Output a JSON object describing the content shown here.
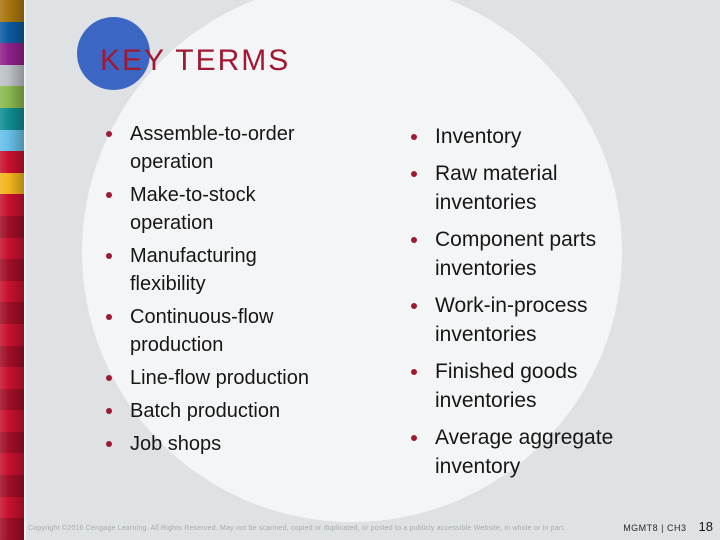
{
  "slide": {
    "title": "KEY TERMS",
    "columns": {
      "left": [
        "Assemble-to-order operation",
        "Make-to-stock operation",
        "Manufacturing flexibility",
        "Continuous-flow production",
        "Line-flow production",
        "Batch production",
        "Job shops"
      ],
      "right": [
        "Inventory",
        "Raw material inventories",
        "Component parts inventories",
        "Work-in-process inventories",
        "Finished goods inventories",
        "Average aggregate inventory"
      ]
    },
    "footer": {
      "copyright": "Copyright ©2016 Cengage Learning. All Rights Reserved. May not be scanned, copied or duplicated, or posted to a publicly accessible Website, in whole or in part.",
      "course_code": "MGMT8 | CH3",
      "page_number": "18"
    },
    "colors": {
      "background": "#dfe2e4",
      "big_circle": "#f4f5f6",
      "title_circle": "#3b66c4",
      "title_text": "#a21833",
      "bullet": "#a01931",
      "body_text": "#161616"
    },
    "stripes": [
      "#a8760d",
      "#0b5aa0",
      "#8e2089",
      "#bcc1c6",
      "#8ab84d",
      "#0f8c91",
      "#66bfe9",
      "#c8102e",
      "#f2b51c",
      "#c8112e",
      "#a00e27",
      "#c8112e",
      "#a00e27",
      "#c8112e",
      "#a00e27",
      "#c8112e",
      "#a00e27",
      "#c8112e",
      "#a00e27",
      "#c8112e",
      "#a00e27",
      "#c8112e",
      "#a00e27",
      "#c8112e",
      "#a00e27"
    ]
  }
}
